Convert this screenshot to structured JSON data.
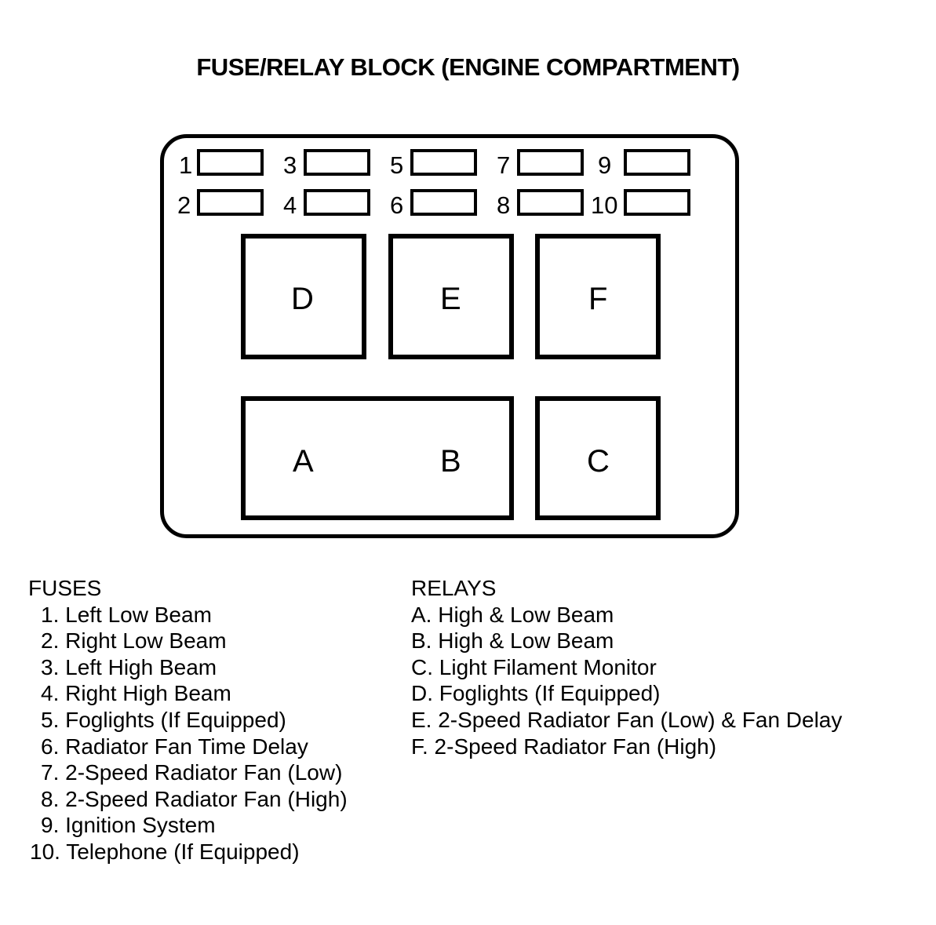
{
  "title": "FUSE/RELAY BLOCK (ENGINE COMPARTMENT)",
  "fuse_labels": [
    "1",
    "2",
    "3",
    "4",
    "5",
    "6",
    "7",
    "8",
    "9",
    "10"
  ],
  "relay_labels": {
    "a": "A",
    "b": "B",
    "c": "C",
    "d": "D",
    "e": "E",
    "f": "F"
  },
  "fuses": {
    "heading": "FUSES",
    "items": [
      " 1. Left Low Beam",
      " 2. Right Low Beam",
      " 3. Left High Beam",
      " 4. Right High Beam",
      " 5. Foglights (If Equipped)",
      " 6. Radiator Fan Time Delay",
      " 7. 2-Speed Radiator Fan (Low)",
      " 8. 2-Speed Radiator Fan (High)",
      " 9. Ignition System",
      "10. Telephone (If Equipped)"
    ]
  },
  "relays": {
    "heading": "RELAYS",
    "items": [
      "A. High & Low Beam",
      "B. High & Low Beam",
      "C. Light Filament Monitor",
      "D. Foglights (If Equipped)",
      "E. 2-Speed Radiator Fan (Low) & Fan Delay",
      "F. 2-Speed Radiator Fan (High)"
    ]
  }
}
